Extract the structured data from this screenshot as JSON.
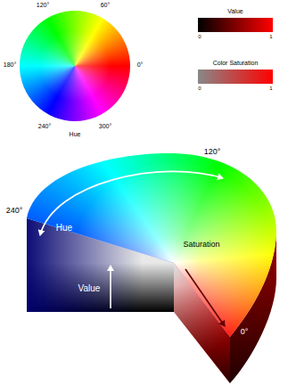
{
  "diagram": {
    "labels": [
      "120°",
      "60°",
      "180°",
      "0°",
      "240°",
      "300°",
      "Hue",
      "Value",
      "0",
      "1",
      "Color Saturation",
      "0",
      "1",
      "120°",
      "240°",
      "Hue",
      "Value",
      "Saturation",
      "0°"
    ]
  }
}
